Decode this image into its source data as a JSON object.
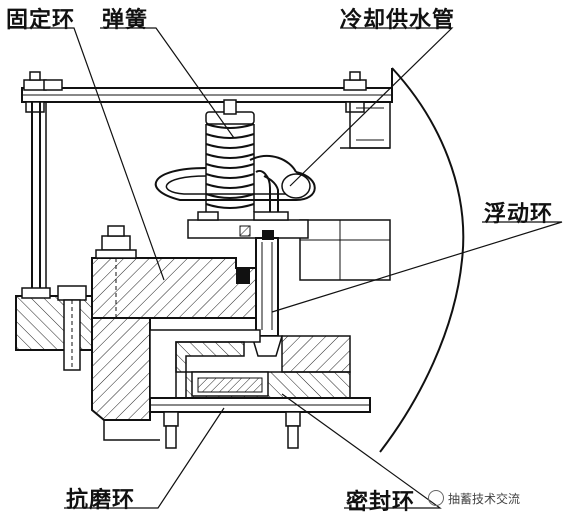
{
  "labels": {
    "fixed_ring": "固定环",
    "spring": "弹簧",
    "cooling_pipe": "冷却供水管",
    "floating_ring": "浮动环",
    "wear_ring": "抗磨环",
    "seal_ring": "密封环"
  },
  "watermark": "抽蓄技术交流",
  "colors": {
    "line": "#111111",
    "hatch": "#222222",
    "background": "#ffffff"
  },
  "icons": {
    "watermark_icon": "chat-bubble-icon"
  }
}
